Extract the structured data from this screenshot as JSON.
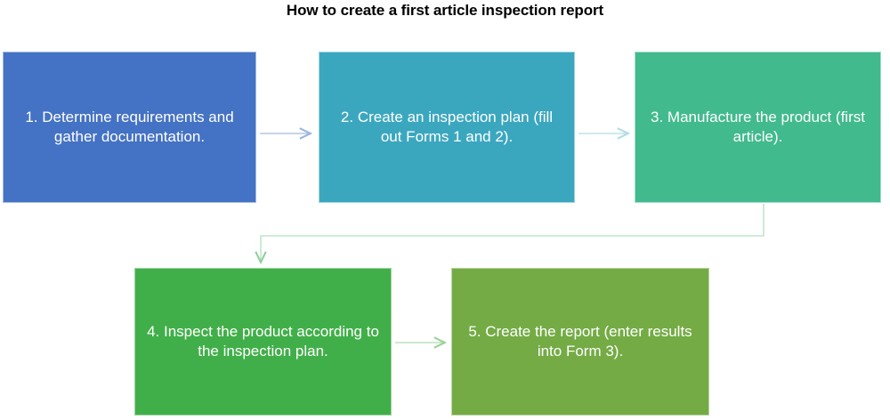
{
  "chart": {
    "type": "flowchart",
    "title": "How to create a first article inspection report",
    "orientation": "horizontal-serpentine",
    "background": "#ffffff",
    "nodes": [
      {
        "id": "step-1",
        "label": "1. Determine requirements and gather documentation.",
        "step_number": 1,
        "color": "#4472C4",
        "text_color": "#FFFFFF"
      },
      {
        "id": "step-2",
        "label": "2. Create an inspection plan (fill out Forms 1 and 2).",
        "step_number": 2,
        "color": "#3BA7BF",
        "text_color": "#FFFFFF"
      },
      {
        "id": "step-3",
        "label": "3. Manufacture the product (first article).",
        "step_number": 3,
        "color": "#41BA8E",
        "text_color": "#FFFFFF"
      },
      {
        "id": "step-4",
        "label": "4. Inspect the product according to the inspection plan.",
        "step_number": 4,
        "color": "#41AF49",
        "text_color": "#FFFFFF"
      },
      {
        "id": "step-5",
        "label": "5. Create the report (enter results into Form 3).",
        "step_number": 5,
        "color": "#74AB45",
        "text_color": "#FFFFFF"
      }
    ],
    "connectors": [
      {
        "id": "arrow-1-to-2",
        "from": "step-1",
        "to": "step-2",
        "kind": "straight-right",
        "color": "#B4C7E7"
      },
      {
        "id": "arrow-2-to-3",
        "from": "step-2",
        "to": "step-3",
        "kind": "straight-right",
        "color": "#BFE3E8"
      },
      {
        "id": "arrow-3-to-4",
        "from": "step-3",
        "to": "step-4",
        "kind": "elbow-down-left",
        "color": "#BFE6C8"
      },
      {
        "id": "arrow-4-to-5",
        "from": "step-4",
        "to": "step-5",
        "kind": "straight-right",
        "color": "#BBE0BA"
      }
    ]
  }
}
